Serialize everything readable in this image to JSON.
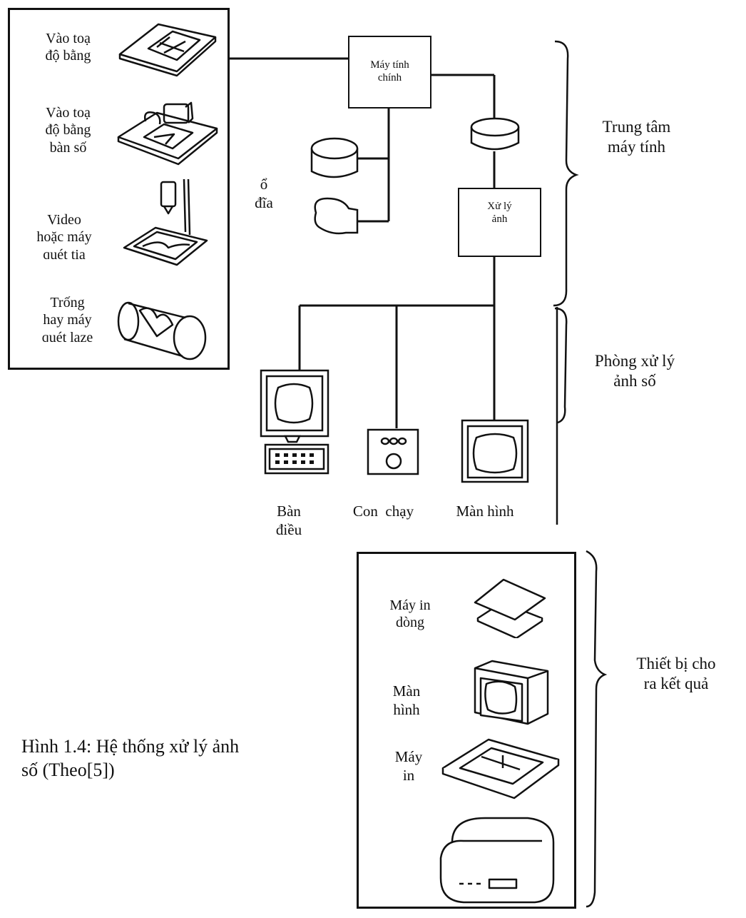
{
  "input_group": {
    "items": [
      {
        "lines": [
          "Vào toạ",
          "độ bằng"
        ],
        "icon": "tablet-digitizer-icon"
      },
      {
        "lines": [
          "Vào toạ",
          "độ bằng",
          "bàn số"
        ],
        "icon": "digitizing-table-icon"
      },
      {
        "lines": [
          "Video",
          "hoặc máy",
          "quét tia"
        ],
        "icon": "video-scanner-icon"
      },
      {
        "lines": [
          "Trống",
          "hay máy",
          "quét laze"
        ],
        "icon": "drum-laser-scanner-icon"
      }
    ]
  },
  "main_computer": {
    "line1": "Máy tính",
    "line2": "chính"
  },
  "image_processor": {
    "line1": "Xử lý",
    "line2": "ảnh"
  },
  "disk": {
    "line1": "ổ",
    "line2": "đĩa",
    "icon": "disk-drive-icon"
  },
  "groups": {
    "computer_center": {
      "line1": "Trung tâm",
      "line2": "máy tính"
    },
    "processing_room": {
      "line1": "Phòng xử lý",
      "line2": "ảnh số"
    },
    "output_devices": {
      "line1": "Thiết bị cho",
      "line2": "ra kết quả"
    }
  },
  "workstation": {
    "console": {
      "line1": "Bàn",
      "line2": "điều",
      "icon": "console-icon"
    },
    "cursor": {
      "label": "Con  chạy",
      "icon": "cursor-puck-icon"
    },
    "monitor": {
      "label": "Màn hình",
      "icon": "monitor-icon"
    }
  },
  "output_group": {
    "items": [
      {
        "lines": [
          "Máy in",
          "dòng"
        ],
        "icon": "line-printer-icon"
      },
      {
        "lines": [
          "Màn",
          "hình"
        ],
        "icon": "display-monitor-icon"
      },
      {
        "lines": [
          "Máy",
          "in"
        ],
        "icon": "plotter-icon"
      },
      {
        "lines": [],
        "icon": "tape-drive-icon"
      }
    ]
  },
  "caption": {
    "line1": "Hình 1.4: Hệ thống xử lý ảnh",
    "line2": "số (Theo[5])"
  }
}
